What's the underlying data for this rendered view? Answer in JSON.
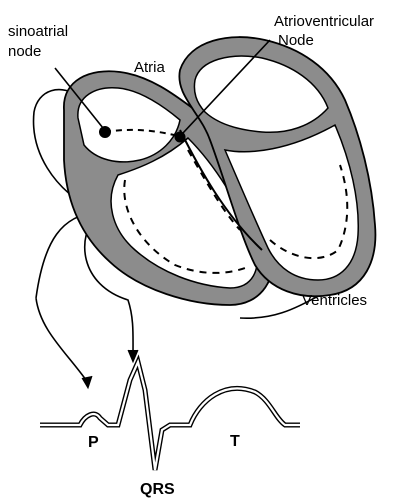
{
  "labels": {
    "sa_line1": "sinoatrial",
    "sa_line2": "node",
    "atria": "Atria",
    "av_line1": "Atrioventricular",
    "av_line2": "Node",
    "ventricles": "Ventricles",
    "p_wave": "P",
    "t_wave": "T",
    "qrs": "QRS"
  },
  "colors": {
    "heart_wall": "#8c8c8c",
    "outline": "#000000",
    "background": "#ffffff"
  }
}
